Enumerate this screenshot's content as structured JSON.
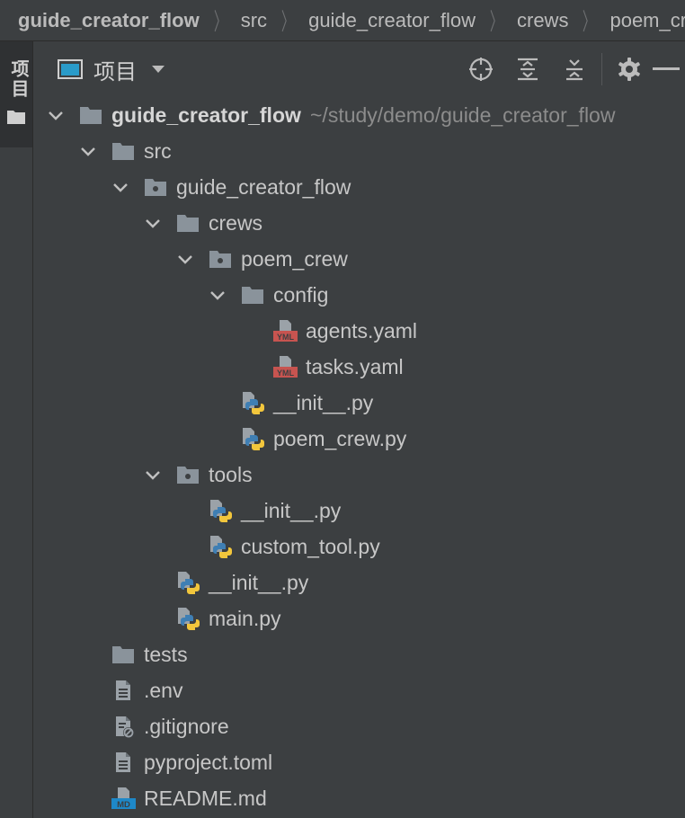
{
  "breadcrumb": [
    "guide_creator_flow",
    "src",
    "guide_creator_flow",
    "crews",
    "poem_cre"
  ],
  "side_strip": {
    "label": "项目"
  },
  "panel": {
    "title": "项目"
  },
  "root": {
    "name": "guide_creator_flow",
    "path": "~/study/demo/guide_creator_flow"
  },
  "tree": [
    {
      "name": "src",
      "depth": 1,
      "icon": "folder-icon",
      "expanded": true
    },
    {
      "name": "guide_creator_flow",
      "depth": 2,
      "icon": "package-icon",
      "expanded": true
    },
    {
      "name": "crews",
      "depth": 3,
      "icon": "folder-icon",
      "expanded": true
    },
    {
      "name": "poem_crew",
      "depth": 4,
      "icon": "package-icon",
      "expanded": true
    },
    {
      "name": "config",
      "depth": 5,
      "icon": "folder-icon",
      "expanded": true
    },
    {
      "name": "agents.yaml",
      "depth": 6,
      "icon": "yaml-file-icon"
    },
    {
      "name": "tasks.yaml",
      "depth": 6,
      "icon": "yaml-file-icon"
    },
    {
      "name": "__init__.py",
      "depth": 5,
      "icon": "python-file-icon"
    },
    {
      "name": "poem_crew.py",
      "depth": 5,
      "icon": "python-file-icon"
    },
    {
      "name": "tools",
      "depth": 3,
      "icon": "package-icon",
      "expanded": true
    },
    {
      "name": "__init__.py",
      "depth": 4,
      "icon": "python-file-icon"
    },
    {
      "name": "custom_tool.py",
      "depth": 4,
      "icon": "python-file-icon"
    },
    {
      "name": "__init__.py",
      "depth": 3,
      "icon": "python-file-icon"
    },
    {
      "name": "main.py",
      "depth": 3,
      "icon": "python-file-icon"
    },
    {
      "name": "tests",
      "depth": 1,
      "icon": "folder-icon"
    },
    {
      "name": ".env",
      "depth": 1,
      "icon": "text-file-icon"
    },
    {
      "name": ".gitignore",
      "depth": 1,
      "icon": "ignore-file-icon"
    },
    {
      "name": "pyproject.toml",
      "depth": 1,
      "icon": "text-file-icon"
    },
    {
      "name": "README.md",
      "depth": 1,
      "icon": "markdown-file-icon"
    }
  ],
  "colors": {
    "background": "#3c3f41",
    "text": "#c7c7c7",
    "folder": "#8a939b",
    "python_blue": "#3f7fb4",
    "python_yellow": "#f2c63c",
    "yaml": "#c75450",
    "md": "#1e88c8"
  }
}
